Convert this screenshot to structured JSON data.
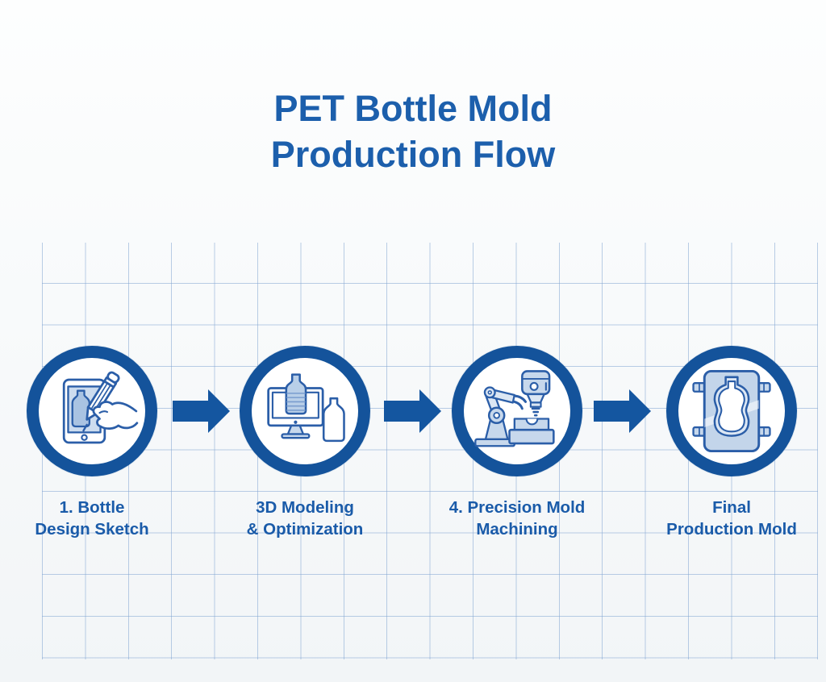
{
  "title": {
    "line1": "PET Bottle Mold",
    "line2": "Production Flow"
  },
  "steps": [
    {
      "label_line1": "1. Bottle",
      "label_line2": "Design Sketch",
      "icon": "tablet-sketch-icon"
    },
    {
      "label_line1": "3D Modeling",
      "label_line2": "& Optimization",
      "icon": "monitor-3d-model-icon"
    },
    {
      "label_line1": "4. Precision Mold",
      "label_line2": "Machining",
      "icon": "robot-cnc-machining-icon"
    },
    {
      "label_line1": "Final",
      "label_line2": "Production Mold",
      "icon": "production-mold-icon"
    }
  ],
  "connectors": [
    "right-arrow-icon",
    "right-arrow-icon",
    "right-arrow-icon"
  ],
  "colors": {
    "ring_blue": "#14539b",
    "arrow_blue": "#1456a0",
    "title_text": "#1c5fac",
    "label_text": "#1a5ba9",
    "grid_line": "#b7c9e2",
    "icon_stroke": "#2b5ea8",
    "icon_fill_light": "#b9cfe8",
    "icon_fill_lighter": "#d8e4f2",
    "background": "#f8fafb"
  }
}
